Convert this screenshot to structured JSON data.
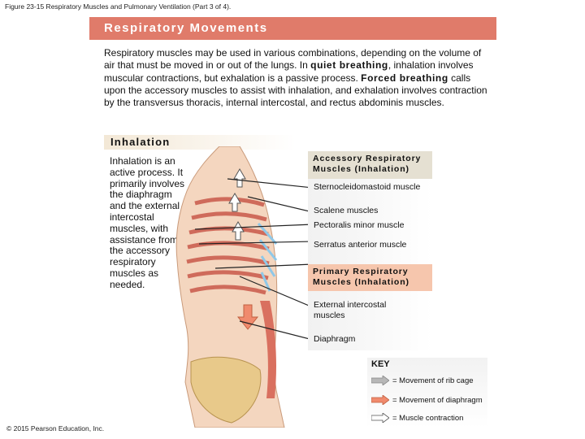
{
  "figure_caption": "Figure 23-15 Respiratory Muscles and Pulmonary Ventilation (Part 3 of 4).",
  "banner_title": "Respiratory Movements",
  "intro": {
    "part1": "Respiratory muscles may be used in various combinations, depending on the volume of air that must be moved in or out of the lungs. In ",
    "quiet_term": "quiet breathing",
    "part2": ", inhalation involves muscular contractions, but exhalation is a passive process. ",
    "forced_term": "Forced breathing",
    "part3": " calls upon the accessory muscles to assist with inhalation, and exhalation involves contraction by the transversus thoracis, internal intercostal, and rectus abdominis muscles."
  },
  "section_title": "Inhalation",
  "inhalation_text": "Inhalation is an active process. It primarily involves the diaphragm and the external intercostal muscles, with assistance from the accessory respiratory muscles as needed.",
  "accessory_panel": {
    "title": "Accessory Respiratory Muscles (Inhalation)",
    "muscles": [
      "Sternocleidomastoid muscle",
      "Scalene muscles",
      "Pectoralis minor muscle",
      "Serratus anterior muscle"
    ]
  },
  "primary_panel": {
    "title": "Primary Respiratory Muscles (Inhalation)",
    "muscles": [
      "External intercostal muscles",
      "Diaphragm"
    ]
  },
  "key": {
    "title": "KEY",
    "items": [
      "= Movement of rib cage",
      "= Movement of diaphragm",
      "= Muscle contraction"
    ],
    "colors": {
      "rib_cage": "#b7b7b7",
      "diaphragm": "#f08a6d",
      "contraction": "#ffffff"
    }
  },
  "copyright": "© 2015 Pearson Education, Inc."
}
